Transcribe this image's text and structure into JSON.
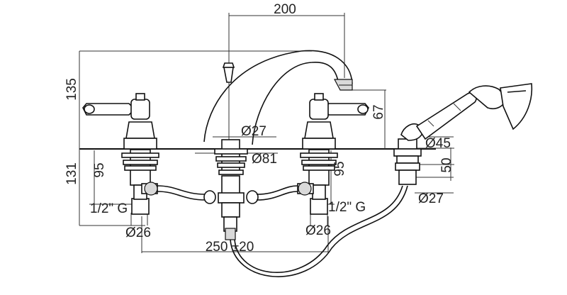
{
  "dimensions": {
    "spout_reach": "200",
    "total_height": "135",
    "spout_outlet_height": "67",
    "spout_base_diameter": "Ø27",
    "deck_plate_diameter": "Ø81",
    "shank_length_left": "95",
    "shank_length_right": "95",
    "below_deck_height": "131",
    "connection_left": "1/2\" G",
    "connection_right": "1/2\" G",
    "valve_diameter_left": "Ø26",
    "valve_diameter_right": "Ø26",
    "valve_spacing": "250 ±20",
    "handshower_holder_diameter": "Ø45",
    "handshower_holder_height": "50",
    "handshower_shank_diameter": "Ø27"
  }
}
